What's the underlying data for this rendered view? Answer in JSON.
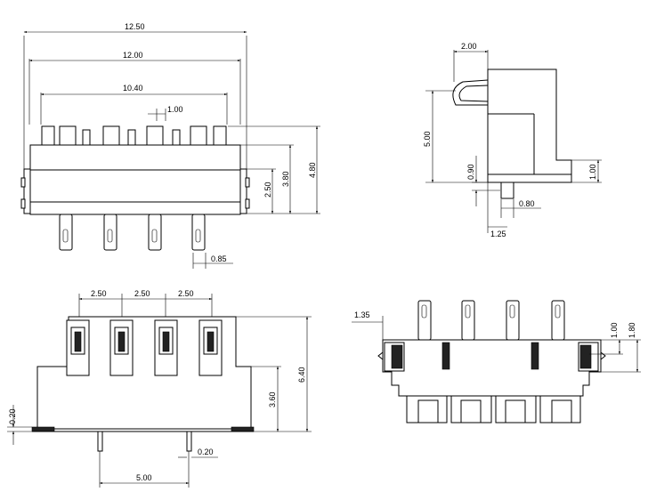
{
  "colors": {
    "line": "#000000",
    "background": "#ffffff"
  },
  "front_view": {
    "dim_overall": "12.50",
    "dim_body": "12.00",
    "dim_contacts": "10.40",
    "dim_slot": "1.00",
    "dim_height_total": "4.80",
    "dim_height_body": "3.80",
    "dim_height_lower": "2.50",
    "dim_pin": "0.85"
  },
  "side_view": {
    "dim_top": "2.00",
    "dim_height": "5.00",
    "dim_foot": "1.00",
    "dim_gap": "0.90",
    "dim_pin": "0.80",
    "dim_offset": "1.25"
  },
  "bottom_view": {
    "pitch_1": "2.50",
    "pitch_2": "2.50",
    "pitch_3": "2.50",
    "dim_height_total": "6.40",
    "dim_height_lower": "3.60",
    "dim_thickness": "0.20",
    "dim_pin_span": "5.00",
    "dim_pin_width": "0.20"
  },
  "top_view": {
    "dim_edge": "1.35",
    "dim_notch": "1.00",
    "dim_side": "1.80"
  }
}
